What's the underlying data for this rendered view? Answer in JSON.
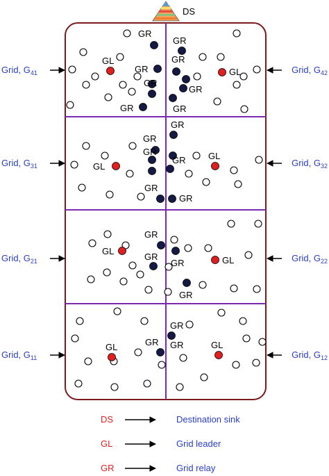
{
  "sink": {
    "label": "DS"
  },
  "grid_labels": {
    "left": [
      {
        "prefix": "Grid, G",
        "sub": "41"
      },
      {
        "prefix": "Grid, G",
        "sub": "31"
      },
      {
        "prefix": "Grid, G",
        "sub": "21"
      },
      {
        "prefix": "Grid, G",
        "sub": "11"
      }
    ],
    "right": [
      {
        "prefix": "Grid, G",
        "sub": "42"
      },
      {
        "prefix": "Grid, G",
        "sub": "32"
      },
      {
        "prefix": "Grid, G",
        "sub": "22"
      },
      {
        "prefix": "Grid, G",
        "sub": "12"
      }
    ]
  },
  "node_labels": {
    "leader": "GL",
    "relay": "GR"
  },
  "legend": [
    {
      "code": "DS",
      "meaning": "Destination sink"
    },
    {
      "code": "GL",
      "meaning": "Grid leader"
    },
    {
      "code": "GR",
      "meaning": "Grid relay"
    }
  ],
  "colors": {
    "border": "#7a1a1a",
    "grid_lines": "#7a2ab0",
    "leader": "#e02020",
    "relay": "#141a44",
    "label_blue": "#2a3ec8",
    "legend_red": "#e02020"
  }
}
